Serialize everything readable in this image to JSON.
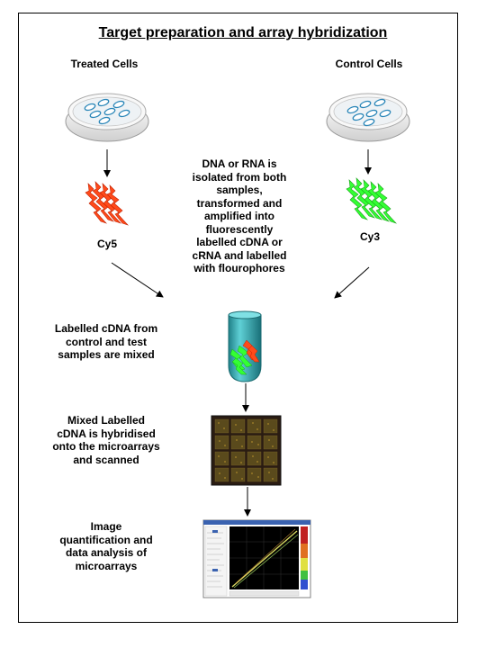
{
  "title": "Target preparation and array hybridization",
  "treated_label": "Treated Cells",
  "control_label": "Control Cells",
  "cy5_label": "Cy5",
  "cy3_label": "Cy3",
  "isolation_note": "DNA or RNA is isolated from both samples, transformed and amplified into fluorescently labelled cDNA or cRNA and labelled with flourophores",
  "mix_note": "Labelled cDNA from control and test samples are mixed",
  "hybridise_note": "Mixed Labelled cDNA is hybridised onto the microarrays and scanned",
  "analysis_note": "Image quantification and data analysis of microarrays",
  "colors": {
    "cy5": "#ff4a1a",
    "cy3": "#33ff33",
    "tube": "#2aa0a8",
    "array_bg": "#2a1c12"
  }
}
